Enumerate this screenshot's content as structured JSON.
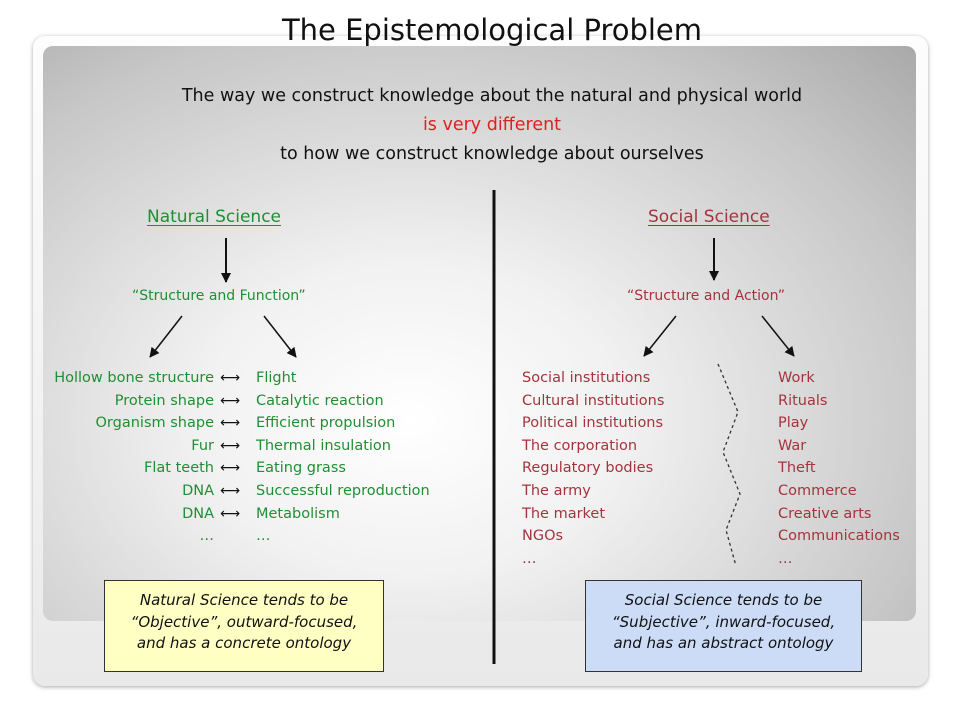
{
  "title": "The Epistemological Problem",
  "intro": {
    "line1": "The way we construct knowledge about the natural and physical world",
    "line2": "is very different",
    "line3": "to how we construct knowledge about ourselves"
  },
  "natural": {
    "heading": "Natural Science",
    "quote": "“Structure and Function”",
    "structures": [
      "Hollow bone structure",
      "Protein shape",
      "Organism shape",
      "Fur",
      "Flat teeth",
      "DNA",
      "DNA",
      "…"
    ],
    "functions": [
      "Flight",
      "Catalytic reaction",
      "Efficient propulsion",
      "Thermal insulation",
      "Eating grass",
      "Successful reproduction",
      "Metabolism",
      "…"
    ],
    "arrow_glyph": "⟷",
    "summary": [
      "Natural Science tends to be",
      "“Objective”, outward-focused,",
      "and has a concrete ontology"
    ]
  },
  "social": {
    "heading": "Social Science",
    "quote": "“Structure and Action”",
    "structures": [
      "Social institutions",
      "Cultural institutions",
      "Political institutions",
      "The corporation",
      "Regulatory bodies",
      "The army",
      "The market",
      "NGOs",
      "…"
    ],
    "actions": [
      "Work",
      "Rituals",
      "Play",
      "War",
      "Theft",
      "Commerce",
      "Creative arts",
      "Communications",
      "…"
    ],
    "summary": [
      "Social Science tends to be",
      "“Subjective”, inward-focused,",
      "and has an abstract ontology"
    ]
  },
  "colors": {
    "natural": "#1f8f33",
    "social": "#a3343d",
    "highlight": "#e0201f",
    "natural_box": "#ffffc4",
    "social_box": "#ccdcf7"
  }
}
